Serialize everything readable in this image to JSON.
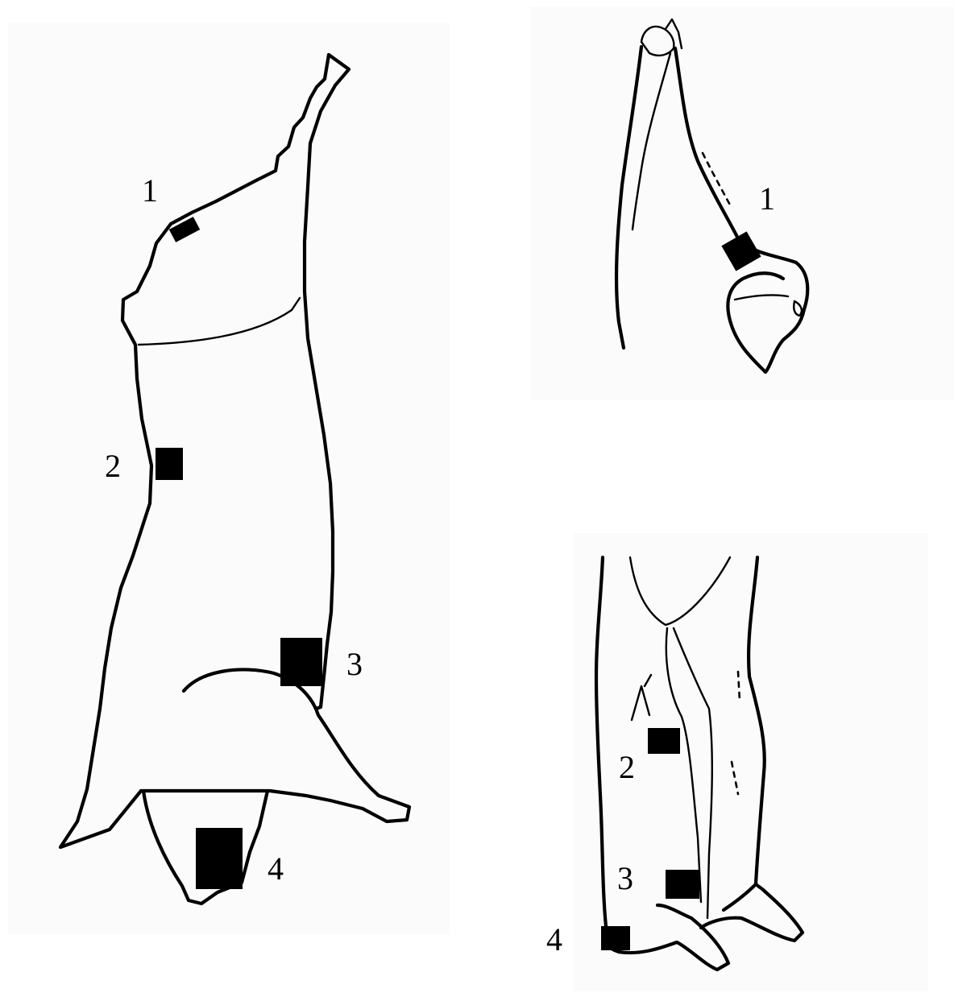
{
  "colors": {
    "ink": "#000000",
    "background": "#ffffff",
    "panel": "#fbfbfb"
  },
  "figures": {
    "side_carcass": {
      "labels": [
        "1",
        "2",
        "3",
        "4"
      ]
    },
    "hanging_leg": {
      "labels": [
        "1"
      ]
    },
    "hind_legs": {
      "labels": [
        "2",
        "3",
        "4"
      ]
    }
  }
}
